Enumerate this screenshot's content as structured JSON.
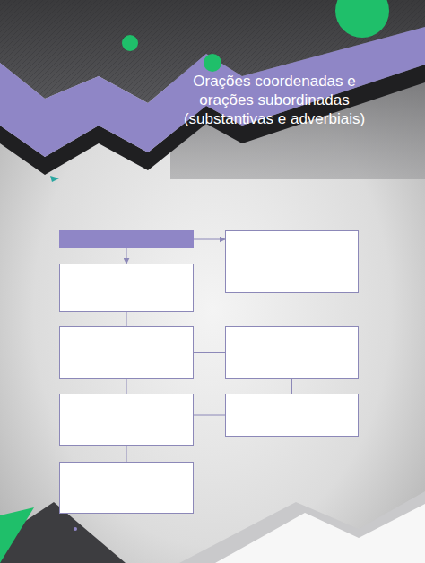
{
  "diagram": {
    "title": "Orações coordenadas e orações subordinadas (substantivas e adverbiais)",
    "nodes": [
      {
        "text": []
      },
      {
        "text": []
      },
      {
        "text": []
      },
      {
        "text": []
      },
      {
        "text": []
      },
      {
        "text": []
      },
      {
        "text": []
      },
      {
        "text": []
      }
    ],
    "edges": [
      {
        "from": 0,
        "to": 1,
        "arrow": "to"
      },
      {
        "from": 0,
        "to": 2,
        "arrow": "to"
      },
      {
        "from": 2,
        "to": 3,
        "arrow": "none"
      },
      {
        "from": 3,
        "to": 4,
        "arrow": "none"
      },
      {
        "from": 4,
        "to": 6,
        "arrow": "none"
      },
      {
        "from": 3,
        "to": 5,
        "arrow": "none"
      },
      {
        "from": 5,
        "to": 6,
        "arrow": "none"
      },
      {
        "from": 5,
        "to": 7,
        "arrow": "none"
      }
    ]
  }
}
